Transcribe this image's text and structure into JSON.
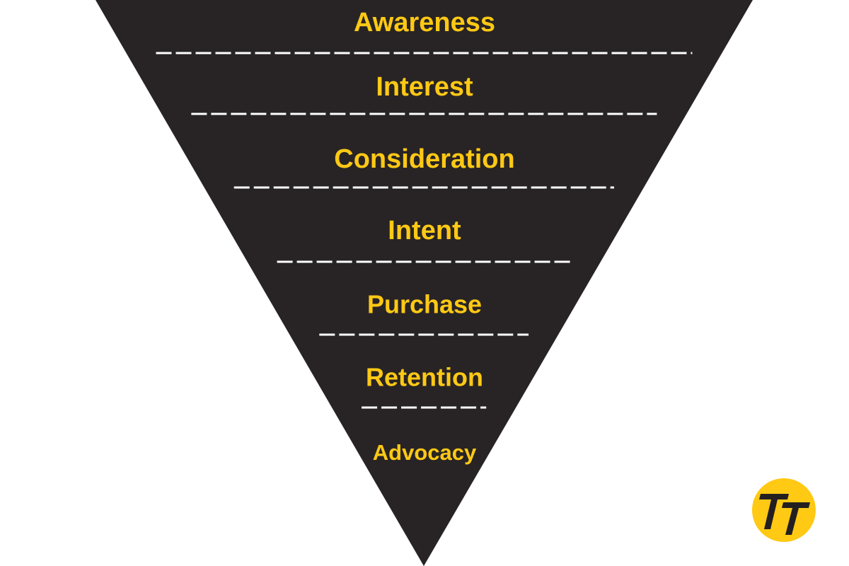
{
  "funnel": {
    "stages": [
      {
        "label": "Awareness"
      },
      {
        "label": "Interest"
      },
      {
        "label": "Consideration"
      },
      {
        "label": "Intent"
      },
      {
        "label": "Purchase"
      },
      {
        "label": "Retention"
      },
      {
        "label": "Advocacy"
      }
    ]
  },
  "colors": {
    "funnel_fill": "#282425",
    "label_text": "#FFC914",
    "divider": "#FFFFFF",
    "logo_circle": "#FFC914",
    "logo_mark": "#231F20"
  },
  "logo": {
    "icon": "double-t-brand-icon"
  }
}
